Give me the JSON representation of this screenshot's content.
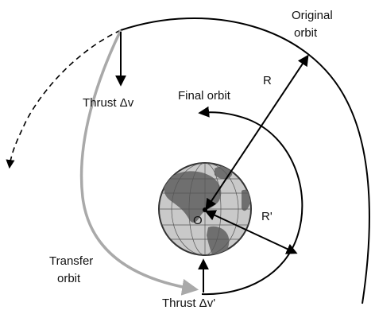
{
  "labels": {
    "original_orbit_line1": "Original",
    "original_orbit_line2": "orbit",
    "final_orbit": "Final orbit",
    "radius_original": "R",
    "radius_final": "R'",
    "center": "O",
    "thrust_1": "Thrust Δv",
    "thrust_2": "Thrust Δv'",
    "transfer_orbit_line1": "Transfer",
    "transfer_orbit_line2": "orbit"
  },
  "colors": {
    "orbit_line": "#000000",
    "transfer_orbit": "#a9a9a9",
    "ocean": "#c9c9c9",
    "land": "#6f6f6f"
  },
  "icons": {
    "earth": "earth-globe-icon"
  }
}
